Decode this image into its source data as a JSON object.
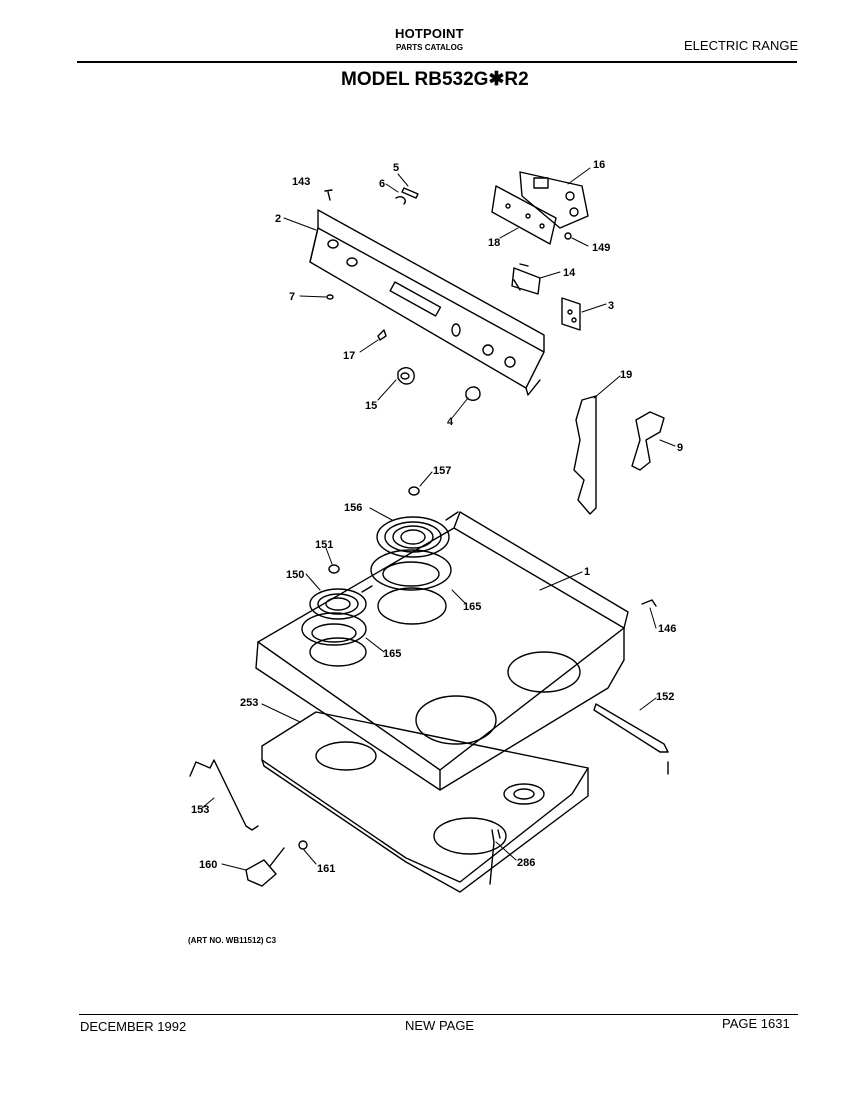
{
  "header": {
    "brand": "HOTPOINT",
    "catalog": "PARTS CATALOG",
    "category": "ELECTRIC RANGE",
    "model_title": "MODEL RB532G✱R2"
  },
  "diagram": {
    "art_number": "(ART NO. WB11512) C3",
    "callouts": {
      "c143": "143",
      "c5": "5",
      "c6": "6",
      "c16": "16",
      "c2": "2",
      "c18": "18",
      "c149": "149",
      "c14": "14",
      "c7": "7",
      "c3": "3",
      "c17": "17",
      "c15": "15",
      "c4": "4",
      "c19": "19",
      "c9": "9",
      "c157": "157",
      "c156": "156",
      "c151": "151",
      "c1": "1",
      "c150": "150",
      "c165a": "165",
      "c165b": "165",
      "c146": "146",
      "c152": "152",
      "c253": "253",
      "c153": "153",
      "c286": "286",
      "c160": "160",
      "c161": "161"
    }
  },
  "footer": {
    "date": "DECEMBER 1992",
    "status": "NEW PAGE",
    "page": "PAGE 1631"
  }
}
